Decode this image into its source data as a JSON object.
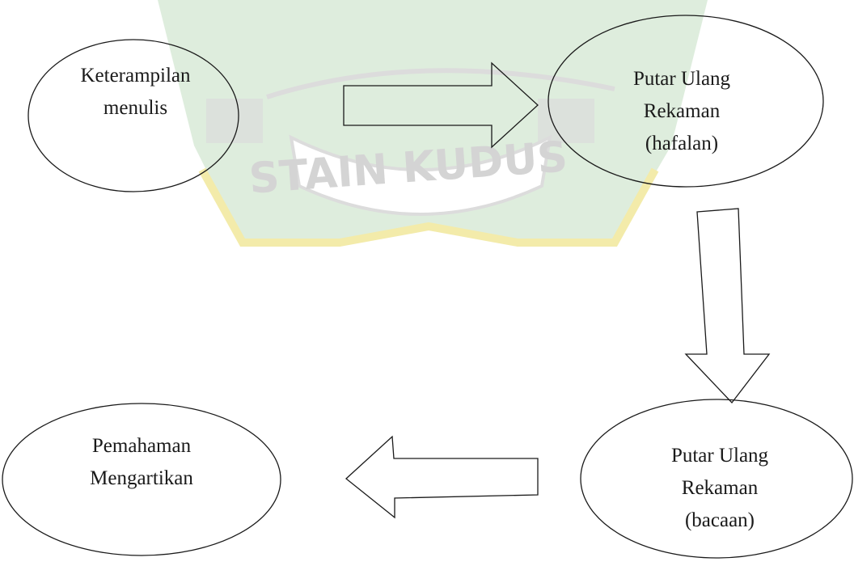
{
  "watermark": {
    "text": "STAIN KUDUS",
    "colors": {
      "green": "#c3dfc1",
      "yellow": "#f3ebaa",
      "gray": "#dcdcdc"
    }
  },
  "diagram": {
    "stroke_color": "#1a1a1a",
    "nodes": {
      "keterampilan": {
        "lines": [
          "Keterampilan",
          "menulis"
        ]
      },
      "hafalan": {
        "lines": [
          "Putar Ulang",
          "Rekaman",
          "(hafalan)"
        ]
      },
      "bacaan": {
        "lines": [
          "Putar Ulang",
          "Rekaman",
          "(bacaan)"
        ]
      },
      "pemahaman": {
        "lines": [
          "Pemahaman",
          "Mengartikan"
        ]
      }
    },
    "arrows": [
      {
        "from": "keterampilan",
        "to": "hafalan",
        "direction": "right"
      },
      {
        "from": "hafalan",
        "to": "bacaan",
        "direction": "down"
      },
      {
        "from": "bacaan",
        "to": "pemahaman",
        "direction": "left"
      }
    ]
  }
}
